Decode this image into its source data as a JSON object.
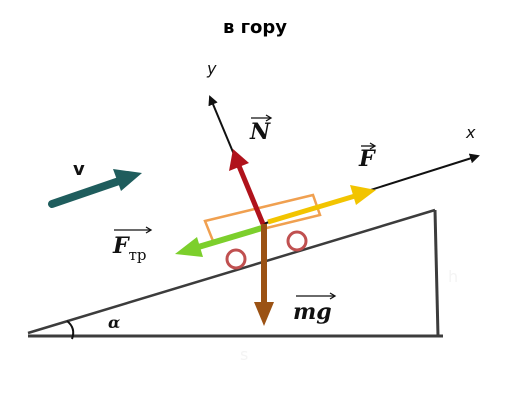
{
  "title": "в гору",
  "axes": {
    "x_label": "x",
    "y_label": "y"
  },
  "forces": {
    "normal": "N",
    "pull": "F",
    "friction": "F",
    "friction_sub": "тр",
    "gravity": "mg"
  },
  "velocity_label": "v",
  "angle_label": "α",
  "faint_labels": {
    "height": "h",
    "base": "s"
  },
  "colors": {
    "normal_force": "#b0121b",
    "pull_force": "#f2c400",
    "friction_force": "#7ccf2c",
    "gravity_force": "#9b5214",
    "velocity_arrow": "#1f5d5d",
    "cart": "#f0a050",
    "wheels": "#c05050",
    "incline": "#3c3c3c"
  }
}
